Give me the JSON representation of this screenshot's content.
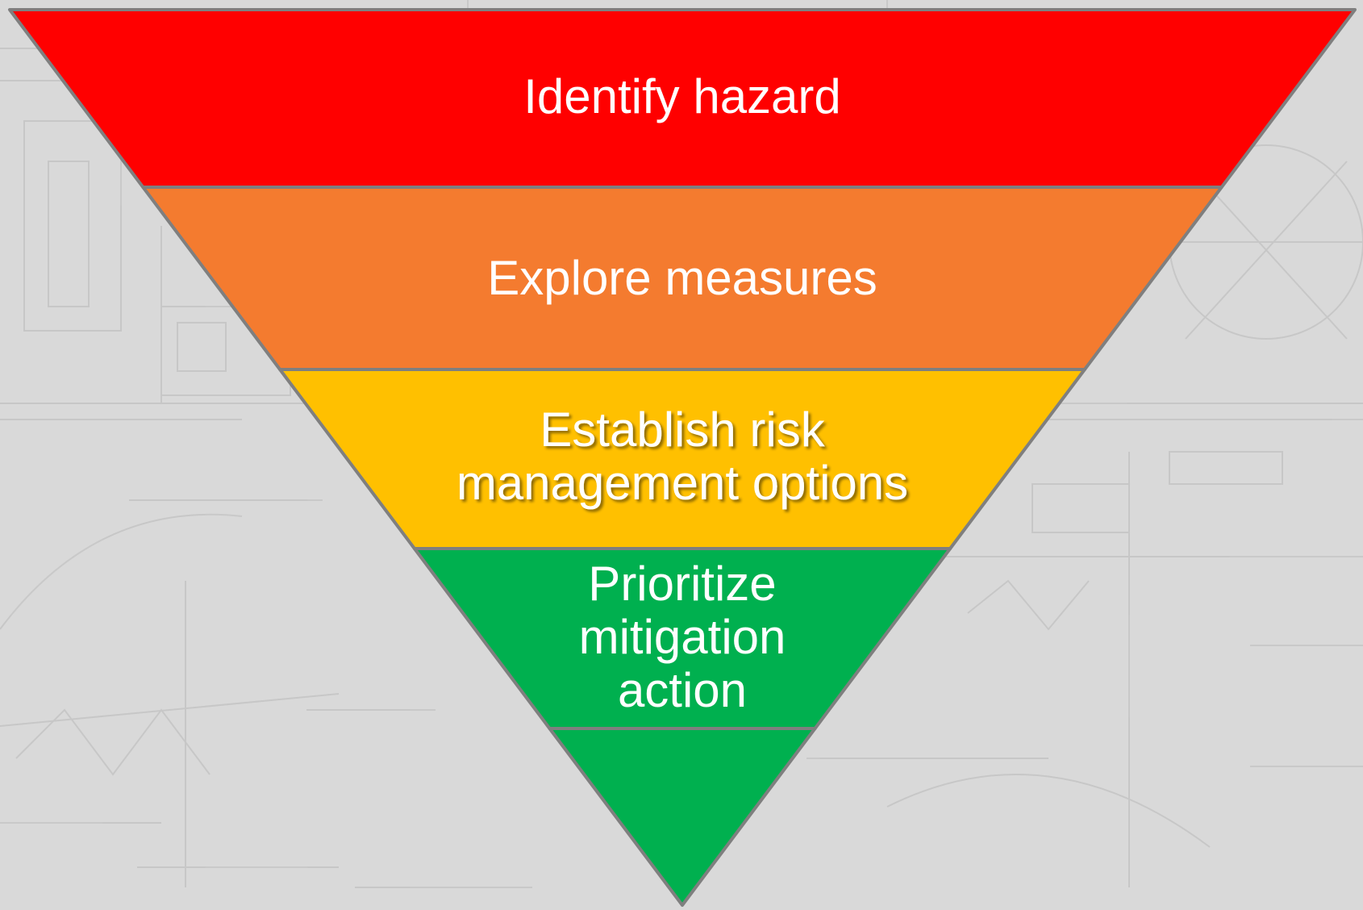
{
  "diagram": {
    "type": "inverted-pyramid",
    "tiers": [
      {
        "lines": [
          "Identify hazard"
        ],
        "color": "#ff0000"
      },
      {
        "lines": [
          "Explore measures"
        ],
        "color": "#f47b2f"
      },
      {
        "lines": [
          "Establish risk",
          "management options"
        ],
        "color": "#ffc000"
      },
      {
        "lines": [
          "Prioritize",
          "mitigation",
          "action"
        ],
        "color": "#00b04f"
      },
      {
        "lines": [],
        "color": "#00b04f"
      }
    ],
    "outline_color": "#7f7f7f",
    "background_color": "#d9d9d9"
  }
}
